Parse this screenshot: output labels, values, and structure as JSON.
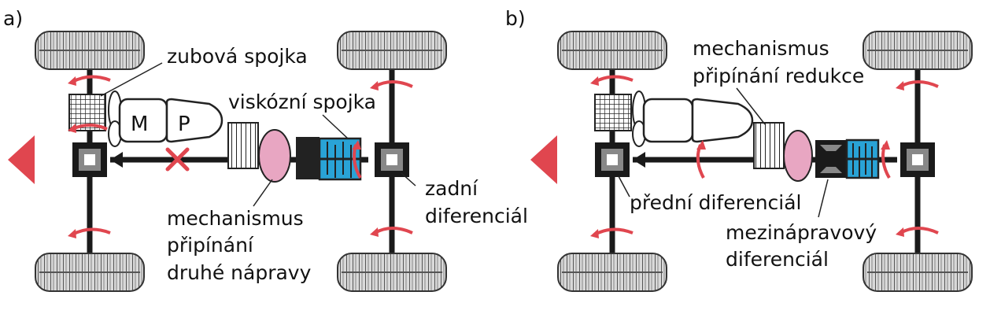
{
  "panels": [
    {
      "id": "a",
      "label": "a)",
      "texts": {
        "zubova_spojka": "zubová spojka",
        "viskozni_spojka": "viskózní spojka",
        "m": "M",
        "p": "P",
        "mechanismus_1": "mechanismus",
        "mechanismus_2": "připínání",
        "mechanismus_3": "druhé nápravy",
        "zadni_1": "zadní",
        "zadni_2": "diferenciál"
      }
    },
    {
      "id": "b",
      "label": "b)",
      "texts": {
        "mech_1": "mechanismus",
        "mech_2": "připínání redukce",
        "predni": "přední diferenciál",
        "mezi_1": "mezinápravový",
        "mezi_2": "diferenciál"
      }
    }
  ],
  "colors": {
    "rotation_arrow": "#e0464f",
    "direction_arrow": "#e0464f",
    "disconnect_cross": "#e0464f",
    "viscous_coupling": "#29a3d6",
    "transfer_mechanism": "#e8a6c2",
    "shaft": "#1a1a1a"
  },
  "icons": [
    "wheel-icon",
    "rotation-arrow-icon",
    "direction-arrow-icon",
    "disconnect-cross-icon"
  ]
}
